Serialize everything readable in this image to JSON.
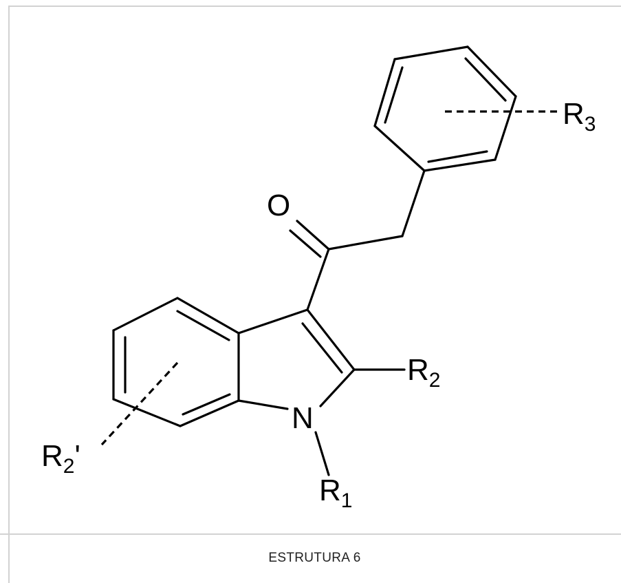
{
  "structure": {
    "atoms": {
      "oxygen": "O",
      "nitrogen": "N"
    },
    "substituents": {
      "r1": {
        "symbol": "R",
        "subscript": "1"
      },
      "r2": {
        "symbol": "R",
        "subscript": "2"
      },
      "r2_prime": {
        "symbol": "R",
        "subscript": "2",
        "suffix": "'"
      },
      "r3": {
        "symbol": "R",
        "subscript": "3"
      }
    }
  },
  "caption": {
    "text": "ESTRUTURA 6"
  },
  "colors": {
    "ink": "#000000",
    "border": "#d2d2d2"
  }
}
